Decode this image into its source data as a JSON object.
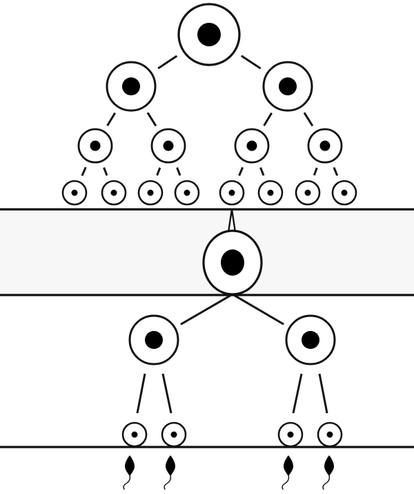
{
  "diagram": {
    "kind": "cell-lineage-tree",
    "colors": {
      "stroke": "#111111",
      "nucleus": "#000000",
      "cell_fill": "#ffffff",
      "band_fill": "#f7f7f7",
      "background": "#ffffff"
    },
    "upper_tree": {
      "levels": [
        {
          "generation": 1,
          "cell_count": 1,
          "size": "large"
        },
        {
          "generation": 2,
          "cell_count": 2,
          "size": "medium"
        },
        {
          "generation": 3,
          "cell_count": 4,
          "size": "small"
        },
        {
          "generation": 4,
          "cell_count": 8,
          "size": "tiny"
        }
      ]
    },
    "selected_cell_index": 4,
    "middle_cell": {
      "size": "large"
    },
    "lower_tree": {
      "levels": [
        {
          "generation": 1,
          "cell_count": 2,
          "size": "medium"
        },
        {
          "generation": 2,
          "cell_count": 4,
          "size": "tiny"
        }
      ]
    },
    "output_count": 4,
    "output_icon": "sperm-icon"
  }
}
